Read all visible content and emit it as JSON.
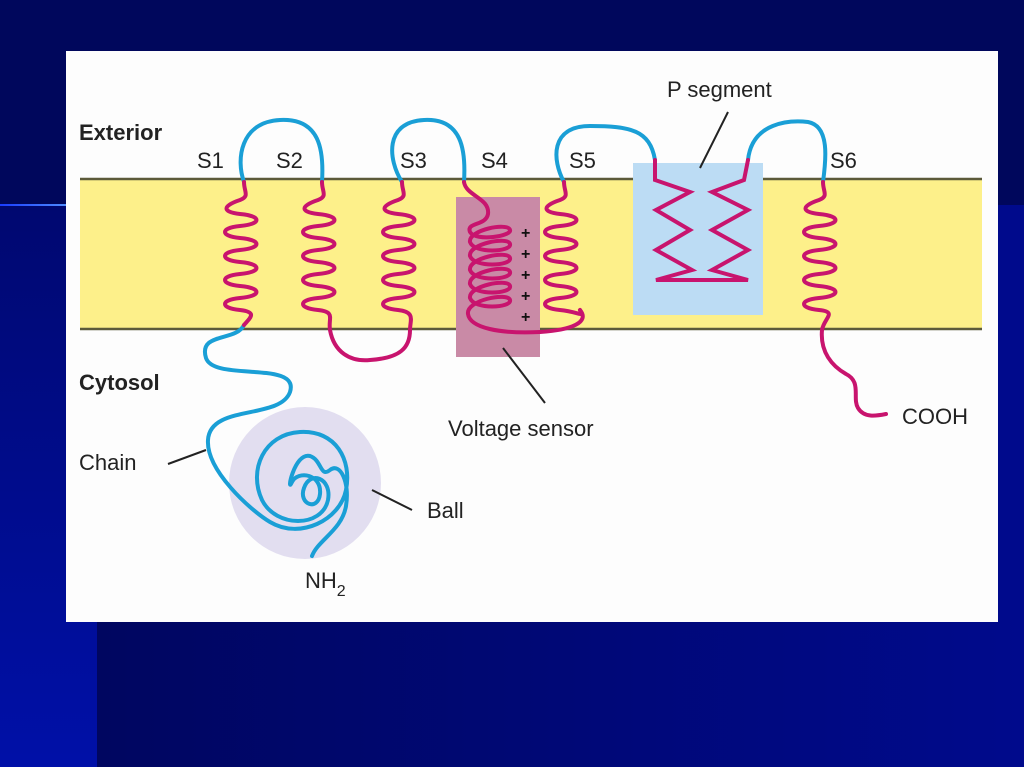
{
  "slide": {
    "figure": {
      "regions": {
        "exterior": "Exterior",
        "cytosol": "Cytosol"
      },
      "segments": [
        "S1",
        "S2",
        "S3",
        "S4",
        "S5",
        "S6"
      ],
      "p_segment_label": "P segment",
      "voltage_sensor_label": "Voltage sensor",
      "charges": [
        "+",
        "+",
        "+",
        "+",
        "+"
      ],
      "chain_label": "Chain",
      "ball_label": "Ball",
      "n_terminus": {
        "base": "NH",
        "subscript": "2"
      },
      "c_terminus": "COOH"
    },
    "colors": {
      "membrane": "#fdf08a",
      "helix": "#c8146e",
      "loop": "#1a9fd6",
      "voltage_box": "#c98aa6",
      "p_box": "#bcdcf4",
      "ball": "#e2def0"
    }
  }
}
